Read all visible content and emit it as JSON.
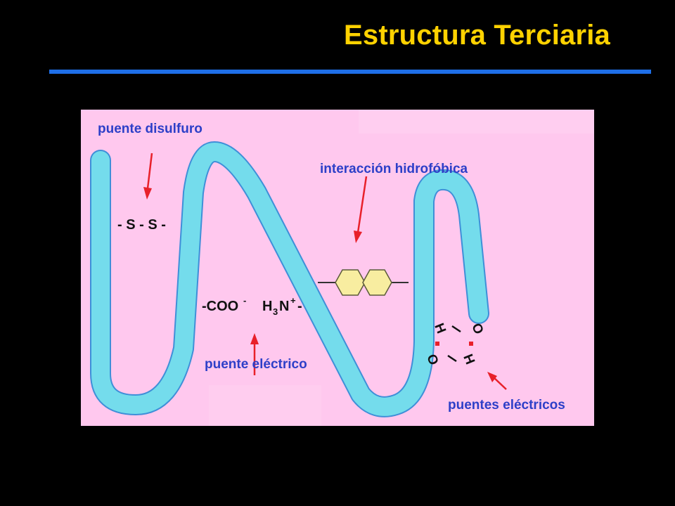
{
  "slide": {
    "title": "Estructura Terciaria",
    "title_color": "#FFD200",
    "rule_color": "#1E6FE8",
    "background_color": "#000000"
  },
  "diagram": {
    "panel_color": "#FFC8EE",
    "chain_color": "#74DCEC",
    "arrow_color": "#E8202A",
    "label_color": "#2D3FC8",
    "ring_color": "#F8EDA0",
    "labels": {
      "disulfide": "puente disulfuro",
      "hydrophobic": "interacción hidrofóbica",
      "electric": "puente eléctrico",
      "electric_plural": "puentes eléctricos"
    },
    "chem": {
      "disulfide_bond": "- S - S -",
      "carboxylate": "-COO",
      "carboxylate_charge": "-",
      "amino_h": "H",
      "amino_sub": "3",
      "amino_n": "N",
      "amino_charge": "+",
      "amino_tail": "-",
      "atom_h1": "H",
      "atom_o1": "O",
      "atom_o2": "O",
      "atom_h2": "H"
    }
  }
}
